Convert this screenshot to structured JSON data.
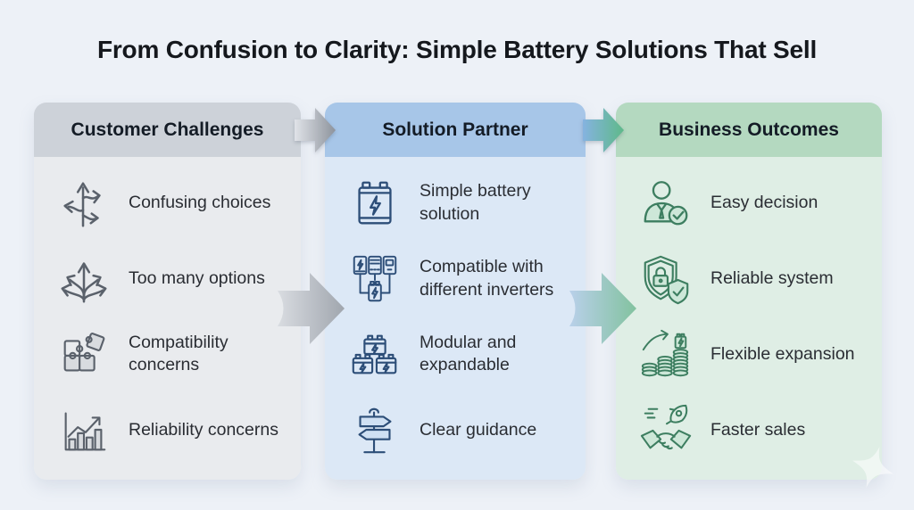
{
  "title": "From Confusion to Clarity: Simple Battery Solutions That Sell",
  "columns": [
    {
      "id": "customer-challenges",
      "header": "Customer Challenges",
      "colors": {
        "header_bg": "#cdd2d9",
        "body_bg": "#e9ebee",
        "icon_stroke": "#5a616b",
        "icon_fill": "#d8dbdf"
      },
      "items": [
        {
          "icon": "confusing-paths-icon",
          "label": "Confusing choices"
        },
        {
          "icon": "branching-arrows-icon",
          "label": "Too many options"
        },
        {
          "icon": "puzzle-pieces-icon",
          "label": "Compatibility concerns"
        },
        {
          "icon": "bar-chart-trend-icon",
          "label": "Reliability concerns"
        }
      ]
    },
    {
      "id": "solution-partner",
      "header": "Solution Partner",
      "colors": {
        "header_bg": "#a7c6e8",
        "body_bg": "#dce8f6",
        "icon_stroke": "#2d4e78",
        "icon_fill": "#cfe0f3"
      },
      "items": [
        {
          "icon": "battery-icon",
          "label": "Simple battery solution"
        },
        {
          "icon": "inverters-icon",
          "label": "Compatible with different inverters"
        },
        {
          "icon": "battery-stack-icon",
          "label": "Modular and expandable"
        },
        {
          "icon": "signpost-icon",
          "label": "Clear guidance"
        }
      ]
    },
    {
      "id": "business-outcomes",
      "header": "Business Outcomes",
      "colors": {
        "header_bg": "#b4d9c0",
        "body_bg": "#dfeee5",
        "icon_stroke": "#3d7e60",
        "icon_fill": "#cde7d8"
      },
      "items": [
        {
          "icon": "person-check-icon",
          "label": "Easy decision"
        },
        {
          "icon": "shield-lock-icon",
          "label": "Reliable system"
        },
        {
          "icon": "coins-growth-icon",
          "label": "Flexible expansion"
        },
        {
          "icon": "handshake-rocket-icon",
          "label": "Faster sales"
        }
      ]
    }
  ],
  "arrows": {
    "header_gray": {
      "from": "#e0e3e8",
      "to": "#8d939c"
    },
    "header_blue_green": {
      "from": "#85b3e0",
      "to": "#5eb989"
    },
    "mid_gray": {
      "from": "#d9dce1",
      "to": "#a0a6ae"
    },
    "mid_blue_green": {
      "from": "#b9d0ea",
      "to": "#82c29f"
    }
  },
  "background_color": "#edf1f7",
  "title_color": "#15181d"
}
